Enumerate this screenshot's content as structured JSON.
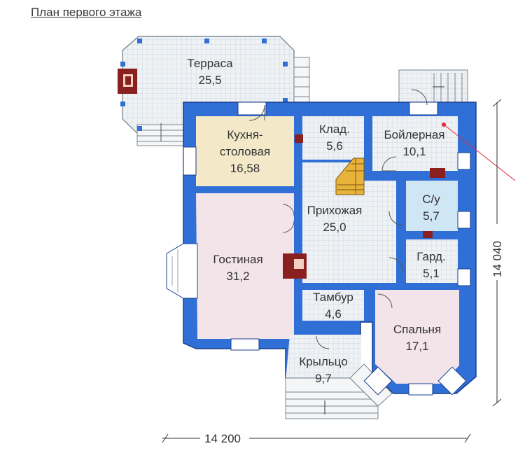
{
  "title": "План первого этажа",
  "colors": {
    "wall": "#2f6fd6",
    "wall_outline": "#1a3f8c",
    "tile_light": "#eef2f5",
    "grid": "#c9d2da",
    "kitchen": "#f3e8c8",
    "living": "#f2e4e8",
    "bath": "#cfe6f5",
    "hall": "#eef2f5",
    "stair": "#e8b33b",
    "fireplace": "#8a1f1f"
  },
  "rooms": {
    "terrace": {
      "name": "Терраса",
      "area": "25,5"
    },
    "kitchen": {
      "name1": "Кухня-",
      "name2": "столовая",
      "area": "16,58"
    },
    "storage": {
      "name": "Клад.",
      "area": "5,6"
    },
    "boiler": {
      "name": "Бойлерная",
      "area": "10,1"
    },
    "bath": {
      "name": "С/у",
      "area": "5,7"
    },
    "hall": {
      "name": "Прихожая",
      "area": "25,0"
    },
    "living": {
      "name": "Гостиная",
      "area": "31,2"
    },
    "wardrobe": {
      "name": "Гард.",
      "area": "5,1"
    },
    "vestibule": {
      "name": "Тамбур",
      "area": "4,6"
    },
    "bedroom": {
      "name": "Спальня",
      "area": "17,1"
    },
    "porch": {
      "name": "Крыльцо",
      "area": "9,7"
    }
  },
  "dimensions": {
    "width": "14 200",
    "height": "14 040"
  }
}
